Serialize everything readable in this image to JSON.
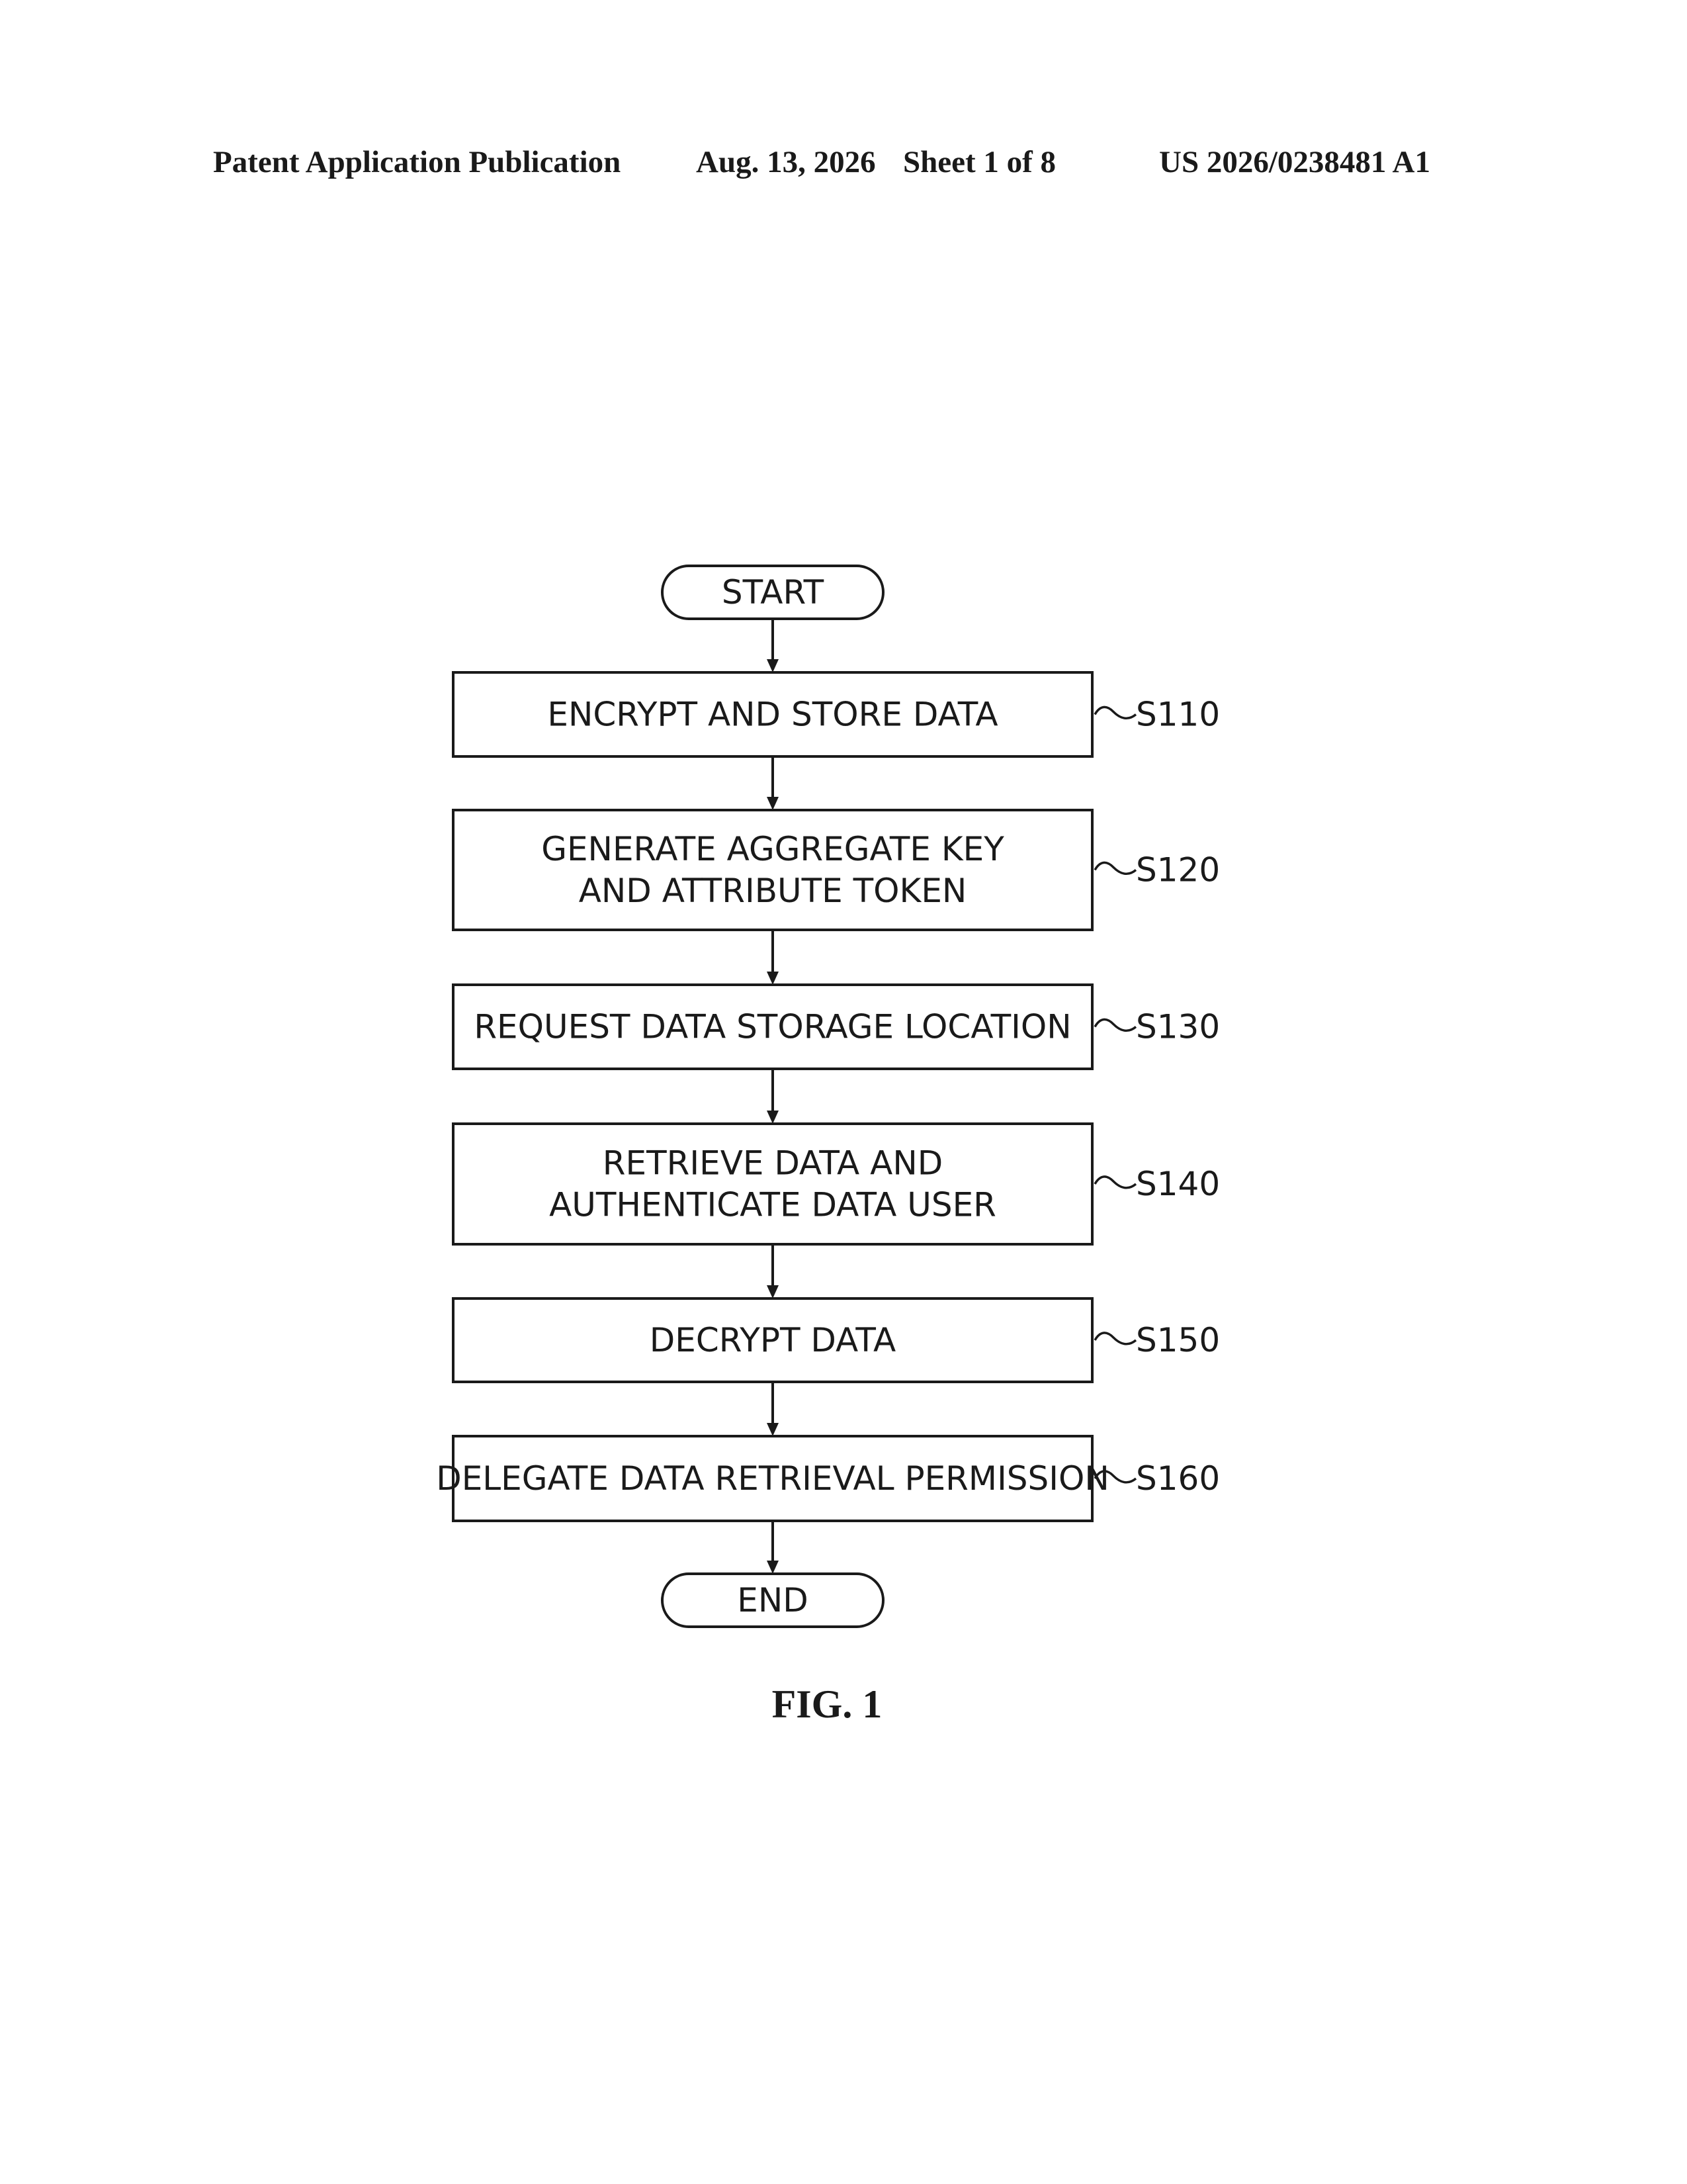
{
  "header": {
    "publication": "Patent Application Publication",
    "date": "Aug. 13, 2026",
    "sheet": "Sheet 1 of 8",
    "number": "US 2026/0238481 A1"
  },
  "flowchart": {
    "start": "START",
    "steps": [
      {
        "lines": [
          "ENCRYPT AND STORE DATA"
        ],
        "ref": "S110"
      },
      {
        "lines": [
          "GENERATE AGGREGATE KEY",
          "AND ATTRIBUTE TOKEN"
        ],
        "ref": "S120"
      },
      {
        "lines": [
          "REQUEST DATA STORAGE LOCATION"
        ],
        "ref": "S130"
      },
      {
        "lines": [
          "RETRIEVE DATA AND",
          "AUTHENTICATE DATA USER"
        ],
        "ref": "S140"
      },
      {
        "lines": [
          "DECRYPT DATA"
        ],
        "ref": "S150"
      },
      {
        "lines": [
          "DELEGATE DATA RETRIEVAL PERMISSION"
        ],
        "ref": "S160"
      }
    ],
    "end": "END"
  },
  "figure_label": "FIG. 1"
}
